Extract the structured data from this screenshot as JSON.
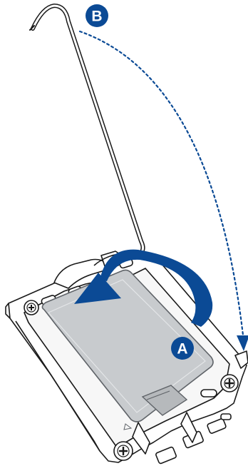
{
  "diagram": {
    "labels": {
      "step_a": "A",
      "step_b": "B"
    },
    "colors": {
      "accent": "#0b4a95",
      "outline": "#1a1a1a",
      "plate": "#ffffff",
      "socket_cover": "#c8cbce",
      "socket_cover_edge": "#5f6368"
    },
    "icons": {
      "lever": "load-lever",
      "plate": "load-plate",
      "cover": "socket-cover",
      "screw": "phillips-screw"
    }
  }
}
